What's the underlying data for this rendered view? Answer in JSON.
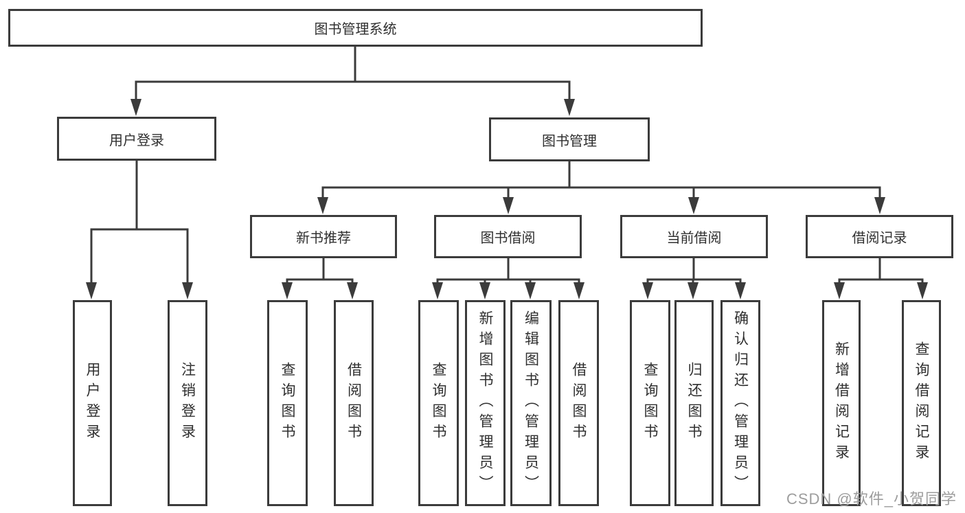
{
  "diagram": {
    "type": "hierarchy-tree",
    "colors": {
      "line": "#3b3b3b",
      "box_border": "#3b3b3b",
      "box_background": "#ffffff",
      "text": "#2f2f2f",
      "watermark": "#9d9d9d"
    },
    "root": {
      "label": "图书管理系统"
    },
    "branches": {
      "user_login": {
        "label": "用户登录",
        "children": [
          {
            "label": "用户登录"
          },
          {
            "label": "注销登录"
          }
        ]
      },
      "book_management": {
        "label": "图书管理",
        "children": [
          {
            "label": "新书推荐",
            "children": [
              {
                "label": "查询图书"
              },
              {
                "label": "借阅图书"
              }
            ]
          },
          {
            "label": "图书借阅",
            "children": [
              {
                "label": "查询图书"
              },
              {
                "label": "新增图书（管理员）"
              },
              {
                "label": "编辑图书（管理员）"
              },
              {
                "label": "借阅图书"
              }
            ]
          },
          {
            "label": "当前借阅",
            "children": [
              {
                "label": "查询图书"
              },
              {
                "label": "归还图书"
              },
              {
                "label": "确认归还（管理员）"
              }
            ]
          },
          {
            "label": "借阅记录",
            "children": [
              {
                "label": "新增借阅记录"
              },
              {
                "label": "查询借阅记录"
              }
            ]
          }
        ]
      }
    },
    "watermark": "CSDN @软件_小贺同学"
  }
}
